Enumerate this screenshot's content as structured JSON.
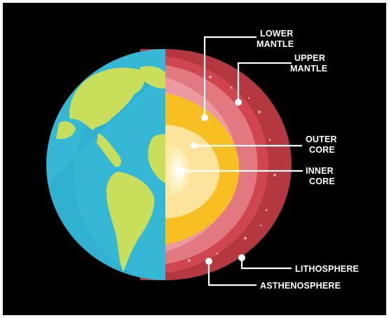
{
  "diagram": {
    "labels": {
      "lower_mantle": [
        "LOWER",
        "MANTLE"
      ],
      "upper_mantle": [
        "UPPER",
        "MANTLE"
      ],
      "outer_core": [
        "OUTER",
        "CORE"
      ],
      "inner_core": [
        "INNER",
        "CORE"
      ],
      "lithosphere": "LITHOSPHERE",
      "asthenosphere": "ASTHENOSPHERE"
    },
    "colors": {
      "background": "#000000",
      "ocean": "#35b7d6",
      "land": "#c9df5c",
      "crust": "#c43f45",
      "upper_mantle": "#d6505a",
      "lower_mantle": "#e8878c",
      "outer_core": "#f7bd22",
      "inner_core_glow": "#fde8a0",
      "inner_core": "#fffbea",
      "leader_line": "#ffffff"
    }
  }
}
